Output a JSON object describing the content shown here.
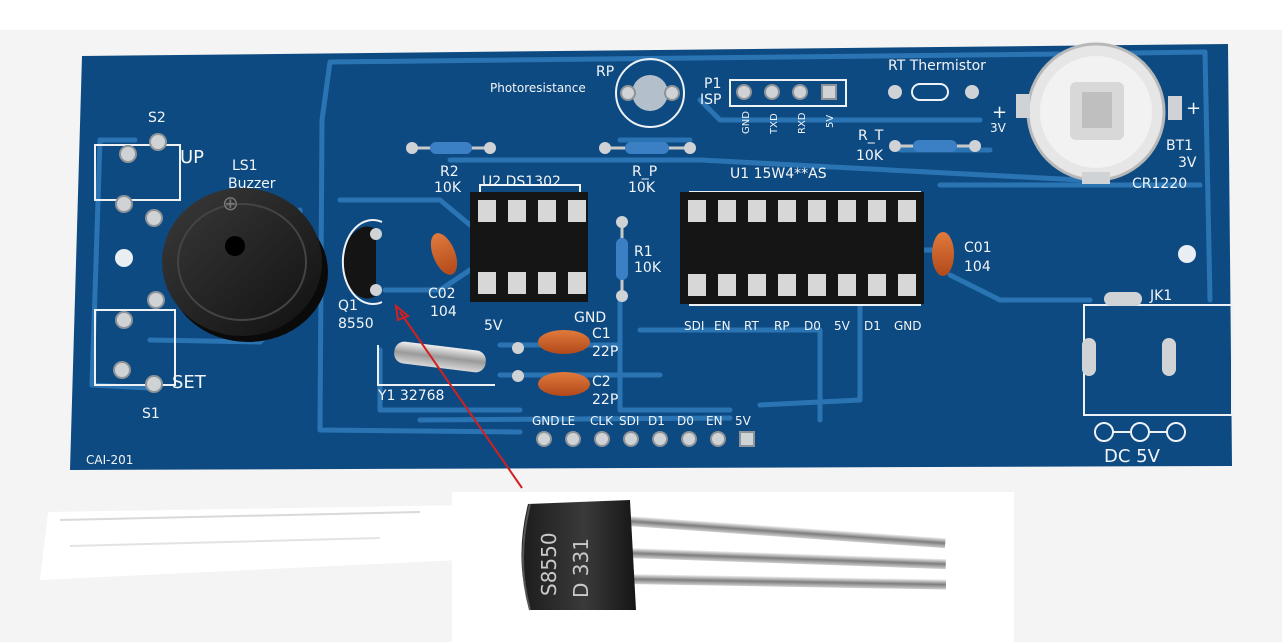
{
  "image": {
    "description_free": true
  },
  "board": {
    "colors": {
      "pcb": "#0e4a82",
      "trace": "#2a74b3",
      "silk": "#f2f5f7",
      "pad": "#cfd3d6"
    },
    "labels": {
      "s2": "S2",
      "up": "UP",
      "s1": "S1",
      "set": "SET",
      "ls1": "LS1",
      "buzzer": "Buzzer",
      "rp": "RP",
      "photoresistance": "Photoresistance",
      "p1": "P1",
      "isp": "ISP",
      "isp_pins": [
        "GND",
        "TXD",
        "RXD",
        "5V"
      ],
      "rt_thermistor": "RT  Thermistor",
      "r_t": "R_T",
      "r_t_value": "10K",
      "bt1": "BT1",
      "bt1_v": "3V",
      "bt1_type": "CR1220",
      "bt_plus_left": "+",
      "bt_3v_left": "3V",
      "bt_plus_right": "+",
      "r2": "R2",
      "r2_value": "10K",
      "u2": "U2  DS1302",
      "r_p": "R_P",
      "r_p_value": "10K",
      "u1": "U1  15W4**AS",
      "r1": "R1",
      "r1_value": "10K",
      "c01": "C01",
      "c01_value": "104",
      "q1": "Q1",
      "q1_value": "8550",
      "c02": "C02",
      "c02_value": "104",
      "u2_5v": "5V",
      "u2_gnd": "GND",
      "c1": "C1",
      "c1_value": "22P",
      "c2": "C2",
      "c2_value": "22P",
      "y1": "Y1  32768",
      "u1_pins": [
        "SDI",
        "EN",
        "RT",
        "RP",
        "D0",
        "5V",
        "D1",
        "GND"
      ],
      "header_pins": [
        "GND",
        "LE",
        "CLK",
        "SDI",
        "D1",
        "D0",
        "EN",
        "5V"
      ],
      "jk1": "JK1",
      "dc_5v": "DC  5V",
      "board_id": "CAI-201"
    }
  },
  "transistor": {
    "marking_line1": "S8550",
    "marking_line2": "D 331"
  }
}
